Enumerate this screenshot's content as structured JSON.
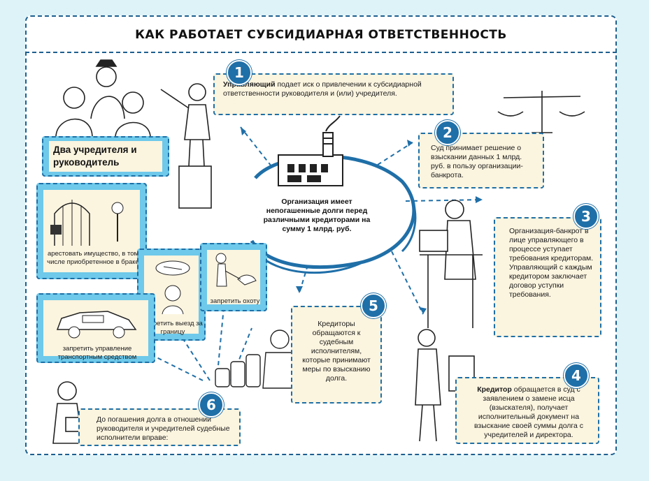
{
  "title": "КАК РАБОТАЕТ СУБСИДИАРНАЯ ОТВЕТСТВЕННОСТЬ",
  "founders_label": "Два учредителя и руководитель",
  "center": {
    "text": "Организация имеет непогашенные долги перед различными кредиторами на сумму 1 млрд. руб."
  },
  "steps": [
    {
      "num": "1",
      "bold": "Управляющий",
      "text": " подает иск о привлечении к субсидиарной ответственности руководителя и (или) учредителя."
    },
    {
      "num": "2",
      "text": "Суд принимает решение о взыскании данных 1 млрд. руб. в пользу организации-банкрота."
    },
    {
      "num": "3",
      "text": "Организация-банкрот в лице управляющего в процессе уступает требования кредиторам. Управляющий с каждым кредитором заключает договор уступки требования."
    },
    {
      "num": "4",
      "bold": "Кредитор",
      "text": " обращается в суд с заявлением о замене исца (взыскателя), получает исполнительный документ на взыскание своей суммы долга с учредителей и директора."
    },
    {
      "num": "5",
      "text": "Кредиторы обращаются к судебным исполнителям, которые принимают меры по взысканию долга."
    },
    {
      "num": "6",
      "text": "До погашения долга в отношении руководителя и учредителей судебные исполнители вправе:"
    }
  ],
  "actions": [
    {
      "text": "арестовать имущество, в том числе приобретенное в браке"
    },
    {
      "text": "запретить выезд за границу"
    },
    {
      "text": "запретить охоту"
    },
    {
      "text": "запретить управление транспортным средством"
    }
  ],
  "colors": {
    "accent": "#1f6fa8",
    "box_blue": "#6ec9ea",
    "note_bg": "#fbf4df",
    "frame": "#1d5f8f"
  }
}
